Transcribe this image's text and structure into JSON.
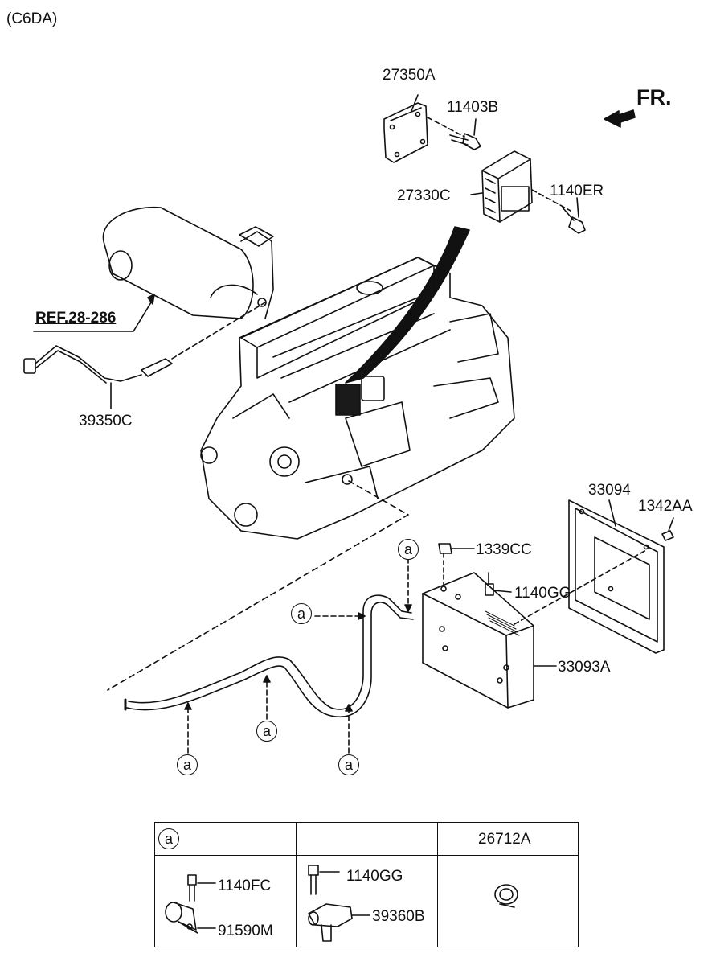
{
  "header": {
    "engine_code": "(C6DA)"
  },
  "orientation": {
    "front_label": "FR."
  },
  "reference": {
    "label": "REF.28-286"
  },
  "callout_letter": "a",
  "parts": {
    "bracket": "27350A",
    "bolt_bracket": "11403B",
    "ecu": "27330C",
    "bolt_ecu": "1140ER",
    "o2_sensor": "39350C",
    "cover": "33094",
    "clip_cover": "1342AA",
    "nut": "1339CC",
    "bolt_module": "1140GG",
    "module": "33093A"
  },
  "table": {
    "col1_header": "a",
    "col2_header": "",
    "col3_header": "26712A",
    "col1_parts": [
      "1140FC",
      "91590M"
    ],
    "col2_parts": [
      "1140GG",
      "39360B"
    ]
  },
  "colors": {
    "line": "#111111",
    "ecu_fill": "#1a1a1a"
  }
}
